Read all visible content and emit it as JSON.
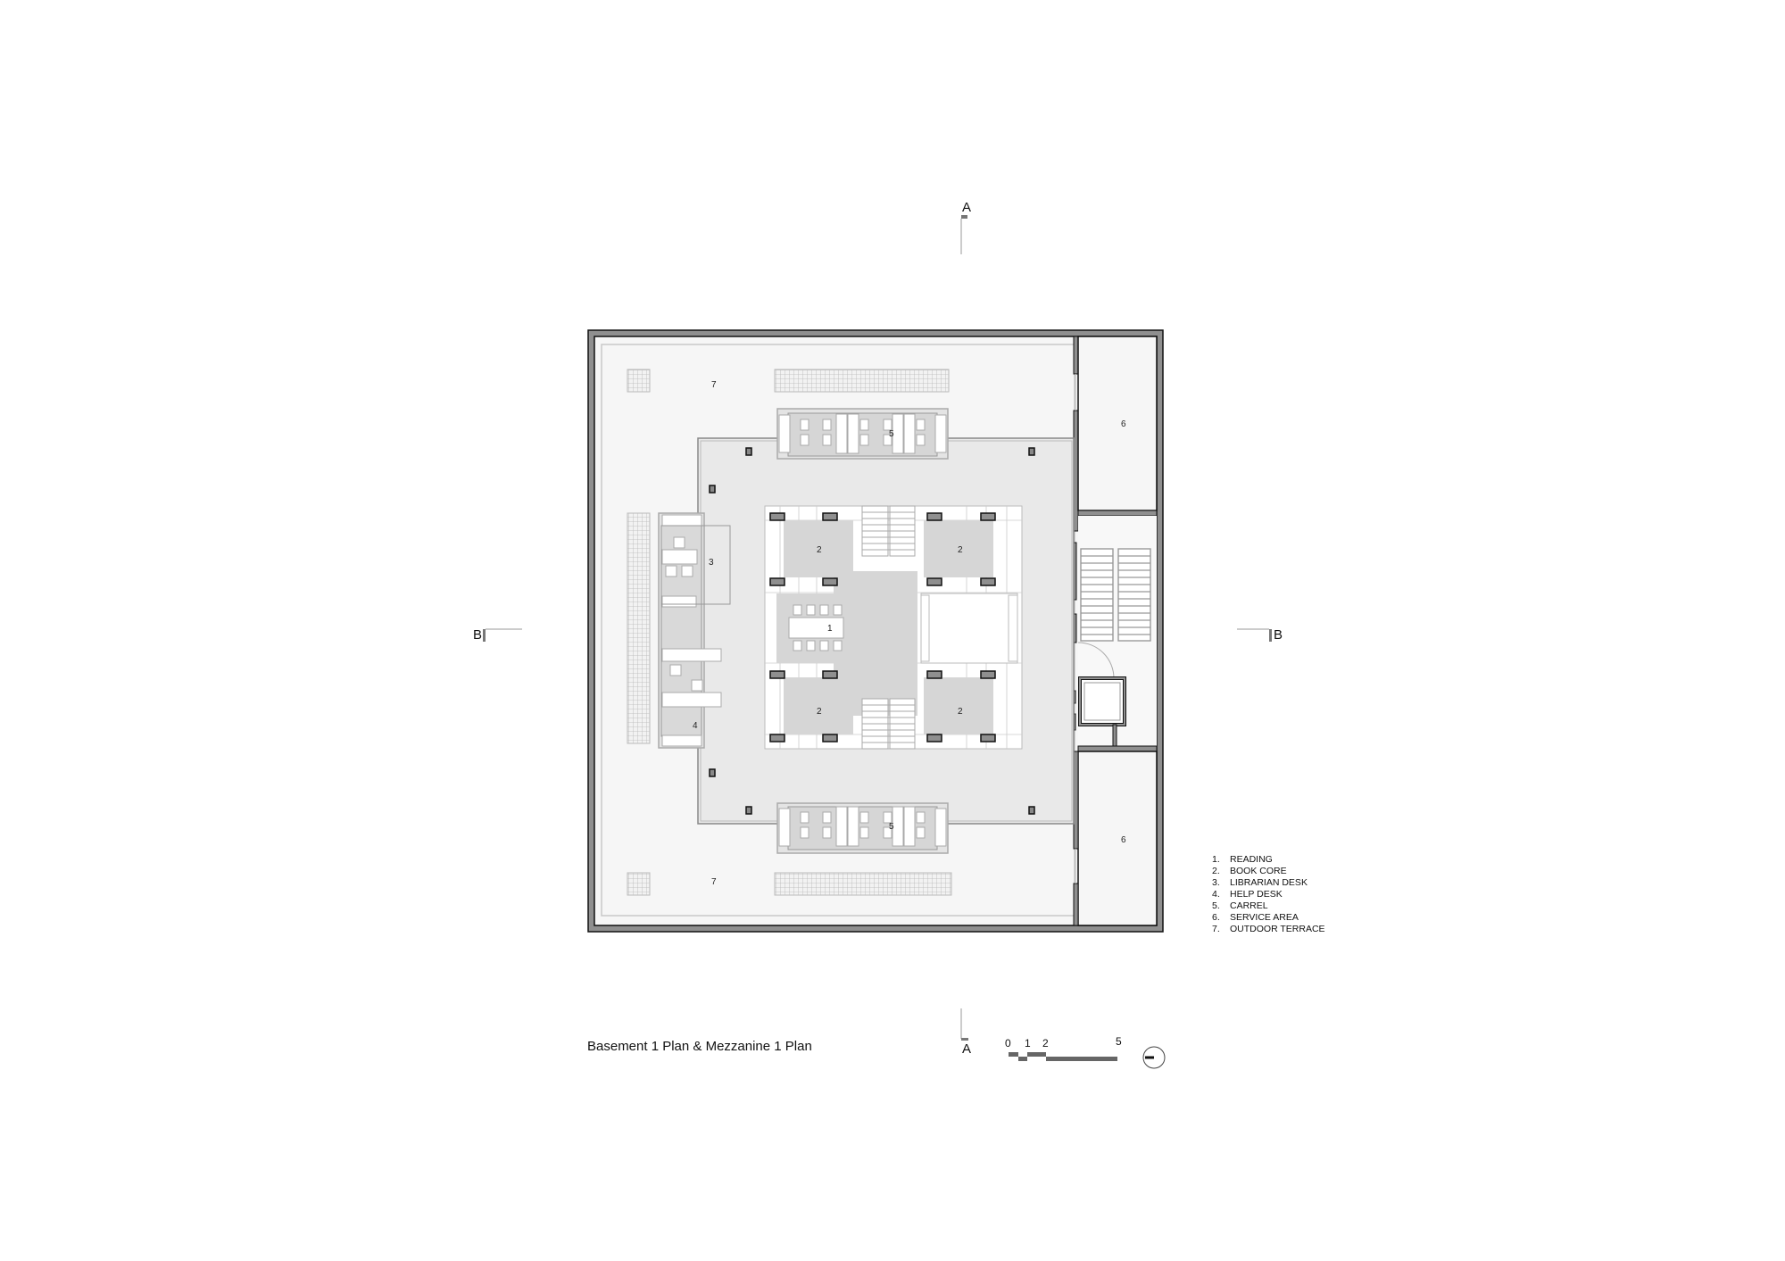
{
  "drawing": {
    "title": "Basement 1 Plan & Mezzanine 1 Plan",
    "section_markers": {
      "a_top": "A",
      "a_bottom": "A",
      "b_left": "B",
      "b_right": "B"
    },
    "scale_bar": {
      "ticks": [
        "0",
        "1",
        "2",
        "5"
      ]
    },
    "room_tags": {
      "reading": "1",
      "book_core": "2",
      "librarian_desk": "3",
      "help_desk": "4",
      "carrel": "5",
      "service_area": "6",
      "outdoor_terrace": "7"
    },
    "legend": [
      {
        "num": "1.",
        "label": "READING"
      },
      {
        "num": "2.",
        "label": "BOOK CORE"
      },
      {
        "num": "3.",
        "label": "LIBRARIAN DESK"
      },
      {
        "num": "4.",
        "label": "HELP DESK"
      },
      {
        "num": "5.",
        "label": "CARREL"
      },
      {
        "num": "6.",
        "label": "SERVICE AREA"
      },
      {
        "num": "7.",
        "label": "OUTDOOR TERRACE"
      }
    ],
    "colors": {
      "wall": "#8f8f8f",
      "wall_edge": "#111111",
      "terrace": "#f6f6f6",
      "floor": "#e9e9e9",
      "room": "#d6d6d6",
      "furniture": "#ffffff"
    }
  }
}
